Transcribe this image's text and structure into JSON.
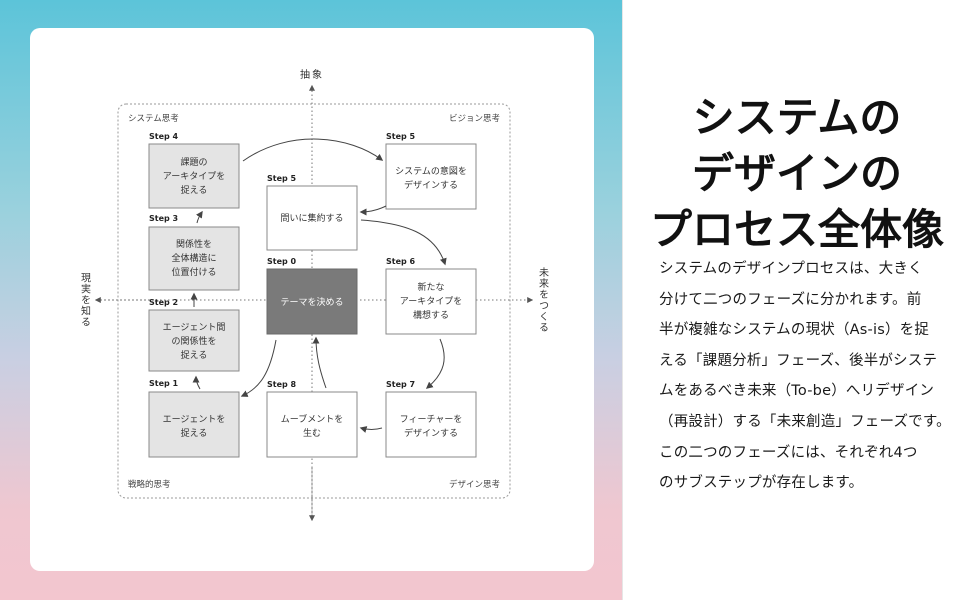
{
  "diagram": {
    "axes": {
      "top": "抽象",
      "left": "現実を知る",
      "right": "未来をつくる"
    },
    "quadrants": {
      "top_left": "システム思考",
      "top_right": "ビジョン思考",
      "bottom_left": "戦略的思考",
      "bottom_right": "デザイン思考"
    },
    "steps": [
      {
        "step": "Step 0",
        "lines": [
          "テーマを決める"
        ]
      },
      {
        "step": "Step 1",
        "lines": [
          "エージェントを",
          "捉える"
        ]
      },
      {
        "step": "Step 2",
        "lines": [
          "エージェント間",
          "の関係性を",
          "捉える"
        ]
      },
      {
        "step": "Step 3",
        "lines": [
          "関係性を",
          "全体構造に",
          "位置付ける"
        ]
      },
      {
        "step": "Step 4",
        "lines": [
          "課題の",
          "アーキタイプを",
          "捉える"
        ]
      },
      {
        "step": "Step 5",
        "lines": [
          "問いに集約する"
        ]
      },
      {
        "step": "Step 5",
        "lines": [
          "システムの意図を",
          "デザインする"
        ]
      },
      {
        "step": "Step 6",
        "lines": [
          "新たな",
          "アーキタイプを",
          "構想する"
        ]
      },
      {
        "step": "Step 7",
        "lines": [
          "フィーチャーを",
          "デザインする"
        ]
      },
      {
        "step": "Step 8",
        "lines": [
          "ムーブメントを",
          "生む"
        ]
      }
    ],
    "colors": {
      "analysis_fill": "#e4e4e4",
      "center_fill": "#7a7a7a",
      "box_stroke": "#8a8a8a",
      "text": "#333333"
    }
  },
  "panel": {
    "title_lines": [
      "システムの",
      "デザインの",
      "プロセス全体像"
    ],
    "body_lines": [
      "システムのデザインプロセスは、大きく",
      "分けて二つのフェーズに分かれます。前",
      "半が複雑なシステムの現状（As-is）を捉",
      "える「課題分析」フェーズ、後半がシステ",
      "ムをあるべき未来（To-be）へリデザイン",
      "（再設計）する「未来創造」フェーズです。",
      "この二つのフェーズには、それぞれ4つ",
      "のサブステップが存在します。"
    ]
  }
}
